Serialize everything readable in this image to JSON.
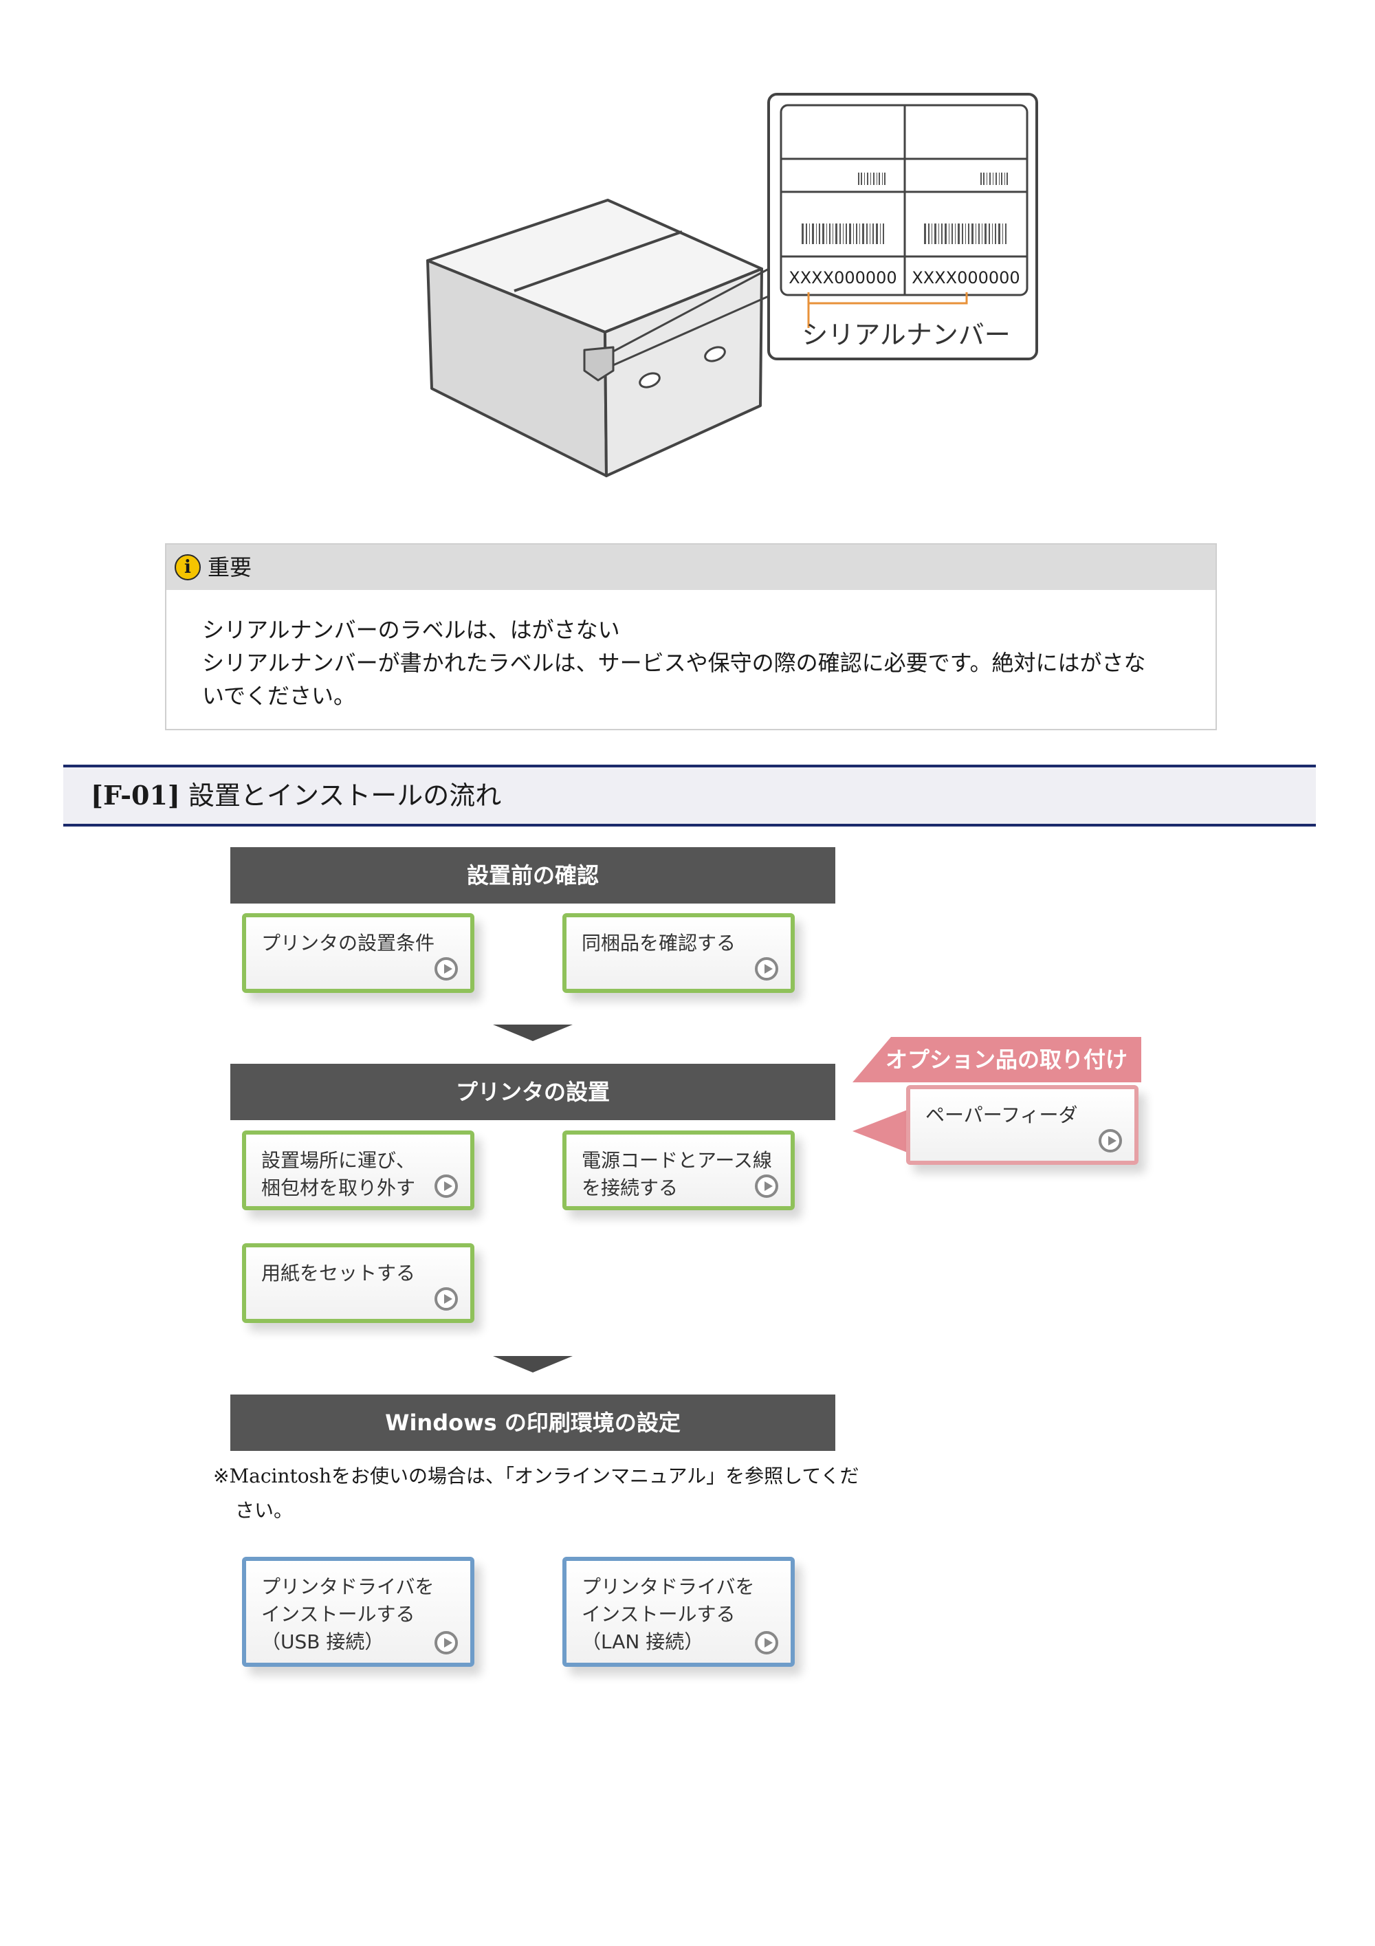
{
  "illustration": {
    "barcode_numbers": [
      "XXXX000000",
      "XXXX000000"
    ],
    "serial_caption": "シリアルナンバー"
  },
  "note": {
    "title": "重要",
    "icon": "info-icon",
    "heading_line": "シリアルナンバーのラベルは、はがさない",
    "body_line1": "シリアルナンバーが書かれたラベルは、サービスや保守の際の確認に必要です。絶対にはがさな",
    "body_line2": "いでください。"
  },
  "section": {
    "id": "[F-01]",
    "title": "設置とインストールの流れ"
  },
  "flow": {
    "stage1": {
      "title": "設置前の確認",
      "cards": [
        "プリンタの設置条件",
        "同梱品を確認する"
      ]
    },
    "stage2": {
      "title": "プリンタの設置",
      "card1_line1": "設置場所に運び、",
      "card1_line2": "梱包材を取り外す",
      "card2_line1": "電源コードとアース線",
      "card2_line2": "を接続する",
      "card3": "用紙をセットする"
    },
    "option": {
      "tab": "オプション品の取り付け",
      "card": "ペーパーフィーダ"
    },
    "stage3": {
      "title": "Windows の印刷環境の設定",
      "note_line1": "※Macintoshをお使いの場合は、「オンラインマニュアル」を参照してくだ",
      "note_line2": "さい。",
      "usb_line1": "プリンタドライバを",
      "usb_line2": "インストールする",
      "usb_line3": "（USB 接続）",
      "lan_line1": "プリンタドライバを",
      "lan_line2": "インストールする",
      "lan_line3": "（LAN 接続）"
    }
  },
  "colors": {
    "stage_bar": "#555555",
    "green_border": "#8fc15a",
    "blue_border": "#6e9cc9",
    "pink_border": "#e6a0a5",
    "option_tab": "#e58b93",
    "heading_rule": "#1b2a6b"
  }
}
